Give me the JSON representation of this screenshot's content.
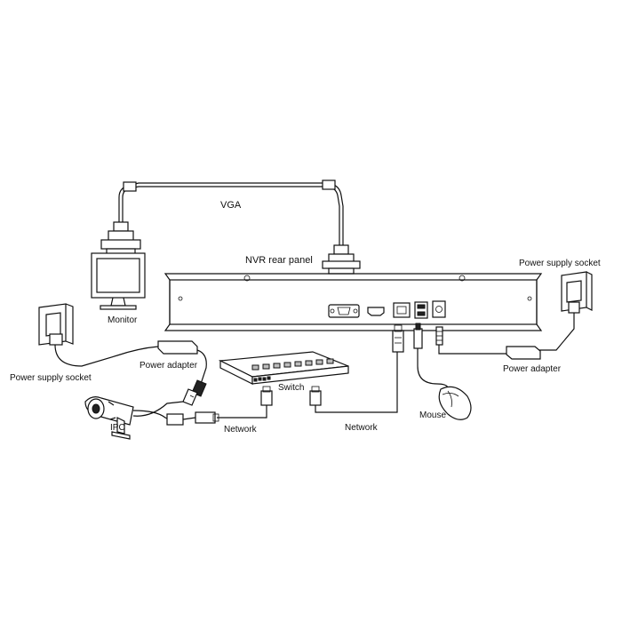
{
  "labels": {
    "vga": "VGA",
    "nvr_rear_panel": "NVR rear panel",
    "monitor": "Monitor",
    "power_supply_socket_left": "Power supply socket",
    "power_supply_socket_right": "Power supply socket",
    "power_adapter_left": "Power adapter",
    "power_adapter_right": "Power adapter",
    "switch": "Switch",
    "ipc": "IPC",
    "network_left": "Network",
    "network_right": "Network",
    "mouse": "Mouse"
  }
}
